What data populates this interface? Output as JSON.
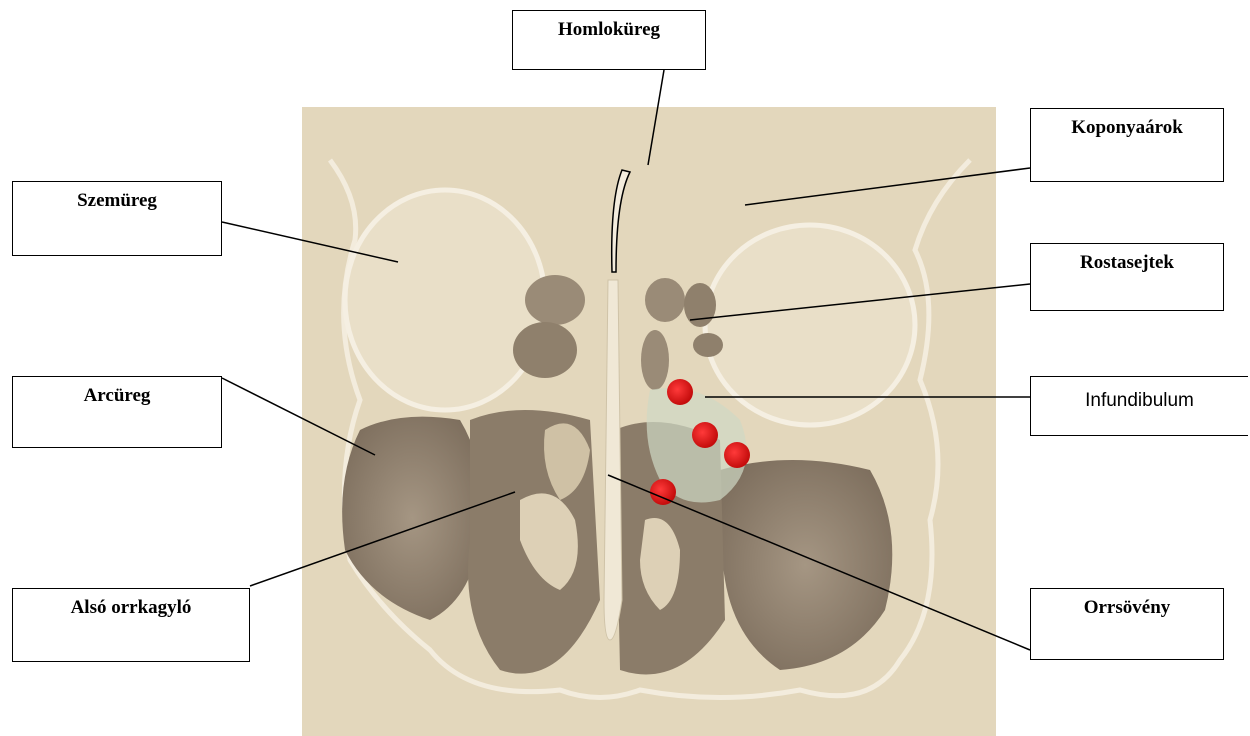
{
  "diagram": {
    "labels": {
      "frontal_sinus": "Homloküreg",
      "cranial_fossa": "Koponyaárok",
      "orbit": "Szemüreg",
      "ethmoid_cells": "Rostasejtek",
      "maxillary_sinus": "Arcüreg",
      "infundibulum": "Infundibulum",
      "inferior_turbinate": "Alsó orrkagyló",
      "nasal_septum": "Orrsövény"
    },
    "colors": {
      "paper": "#e3d7bc",
      "cavity_dark": "#8e7f6c",
      "outline": "#f3ecdd",
      "marker": "#e01515"
    }
  }
}
